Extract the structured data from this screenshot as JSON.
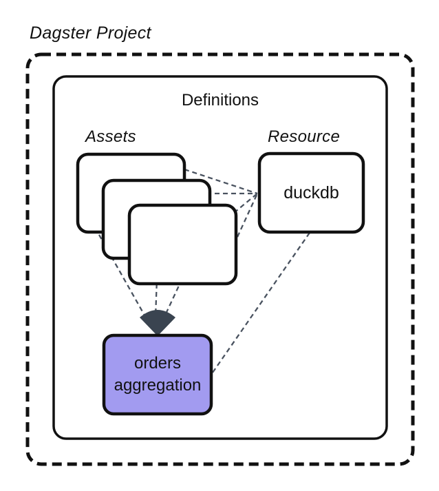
{
  "diagram": {
    "title": "Dagster Project",
    "definitions": {
      "label": "Definitions"
    },
    "assets_group": {
      "label": "Assets",
      "card_count": 3
    },
    "resource_group": {
      "label": "Resource",
      "node": "duckdb"
    },
    "downstream_asset": {
      "label": "orders aggregation"
    }
  },
  "colors": {
    "border": "#111111",
    "card_fill": "#ffffff",
    "node_fill": "#A29BF0",
    "connector": "#49525F",
    "arrow": "#3A4450"
  }
}
